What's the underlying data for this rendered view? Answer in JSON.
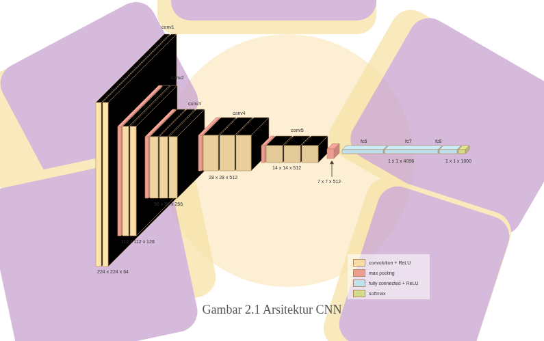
{
  "diagram": {
    "caption": "Gambar 2.1 Arsitektur CNN",
    "labels": [
      "conv1",
      "conv2",
      "conv3",
      "conv4",
      "conv5",
      "224 x 224 x 64",
      "112 x 112 x 128",
      "56 x 56 x 256",
      "28 x 28 x 512",
      "14 x 14 x 512",
      "7 x 7 x 512",
      "fc6",
      "fc7",
      "fc8",
      "1 x 1 x 4096",
      "1 x 1 x 1000"
    ],
    "legend": [
      {
        "text": "convolution + ReLU",
        "color": "#f7dca6"
      },
      {
        "text": "max pooling",
        "color": "#ef9c94"
      },
      {
        "text": "fully connected + ReLU",
        "color": "#bfe2ee"
      },
      {
        "text": "softmax",
        "color": "#d4dc8c"
      }
    ]
  }
}
